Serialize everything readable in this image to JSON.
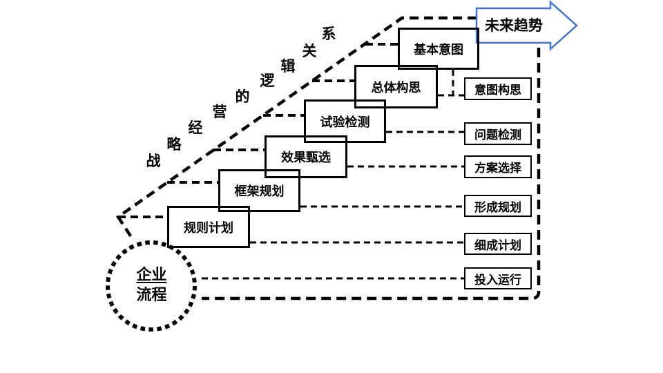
{
  "colors": {
    "line": "#000000",
    "arrow_blue": "#4472C4",
    "background": "#ffffff"
  },
  "arrow": {
    "label": "未来趋势"
  },
  "diagonal_label": {
    "text": "战略经营的逻辑关系",
    "chars": [
      "战",
      "略",
      "经",
      "营",
      "的",
      "逻",
      "辑",
      "关",
      "系"
    ]
  },
  "circle": {
    "line1": "企业",
    "line2": "流程"
  },
  "stair_boxes": [
    {
      "label": "规则计划"
    },
    {
      "label": "框架规划"
    },
    {
      "label": "效果甄选"
    },
    {
      "label": "试验检测"
    },
    {
      "label": "总体构思"
    },
    {
      "label": "基本意图"
    }
  ],
  "right_boxes": [
    {
      "label": "意图构思"
    },
    {
      "label": "问题检测"
    },
    {
      "label": "方案选择"
    },
    {
      "label": "形成规划"
    },
    {
      "label": "细成计划"
    },
    {
      "label": "投入运行"
    }
  ]
}
